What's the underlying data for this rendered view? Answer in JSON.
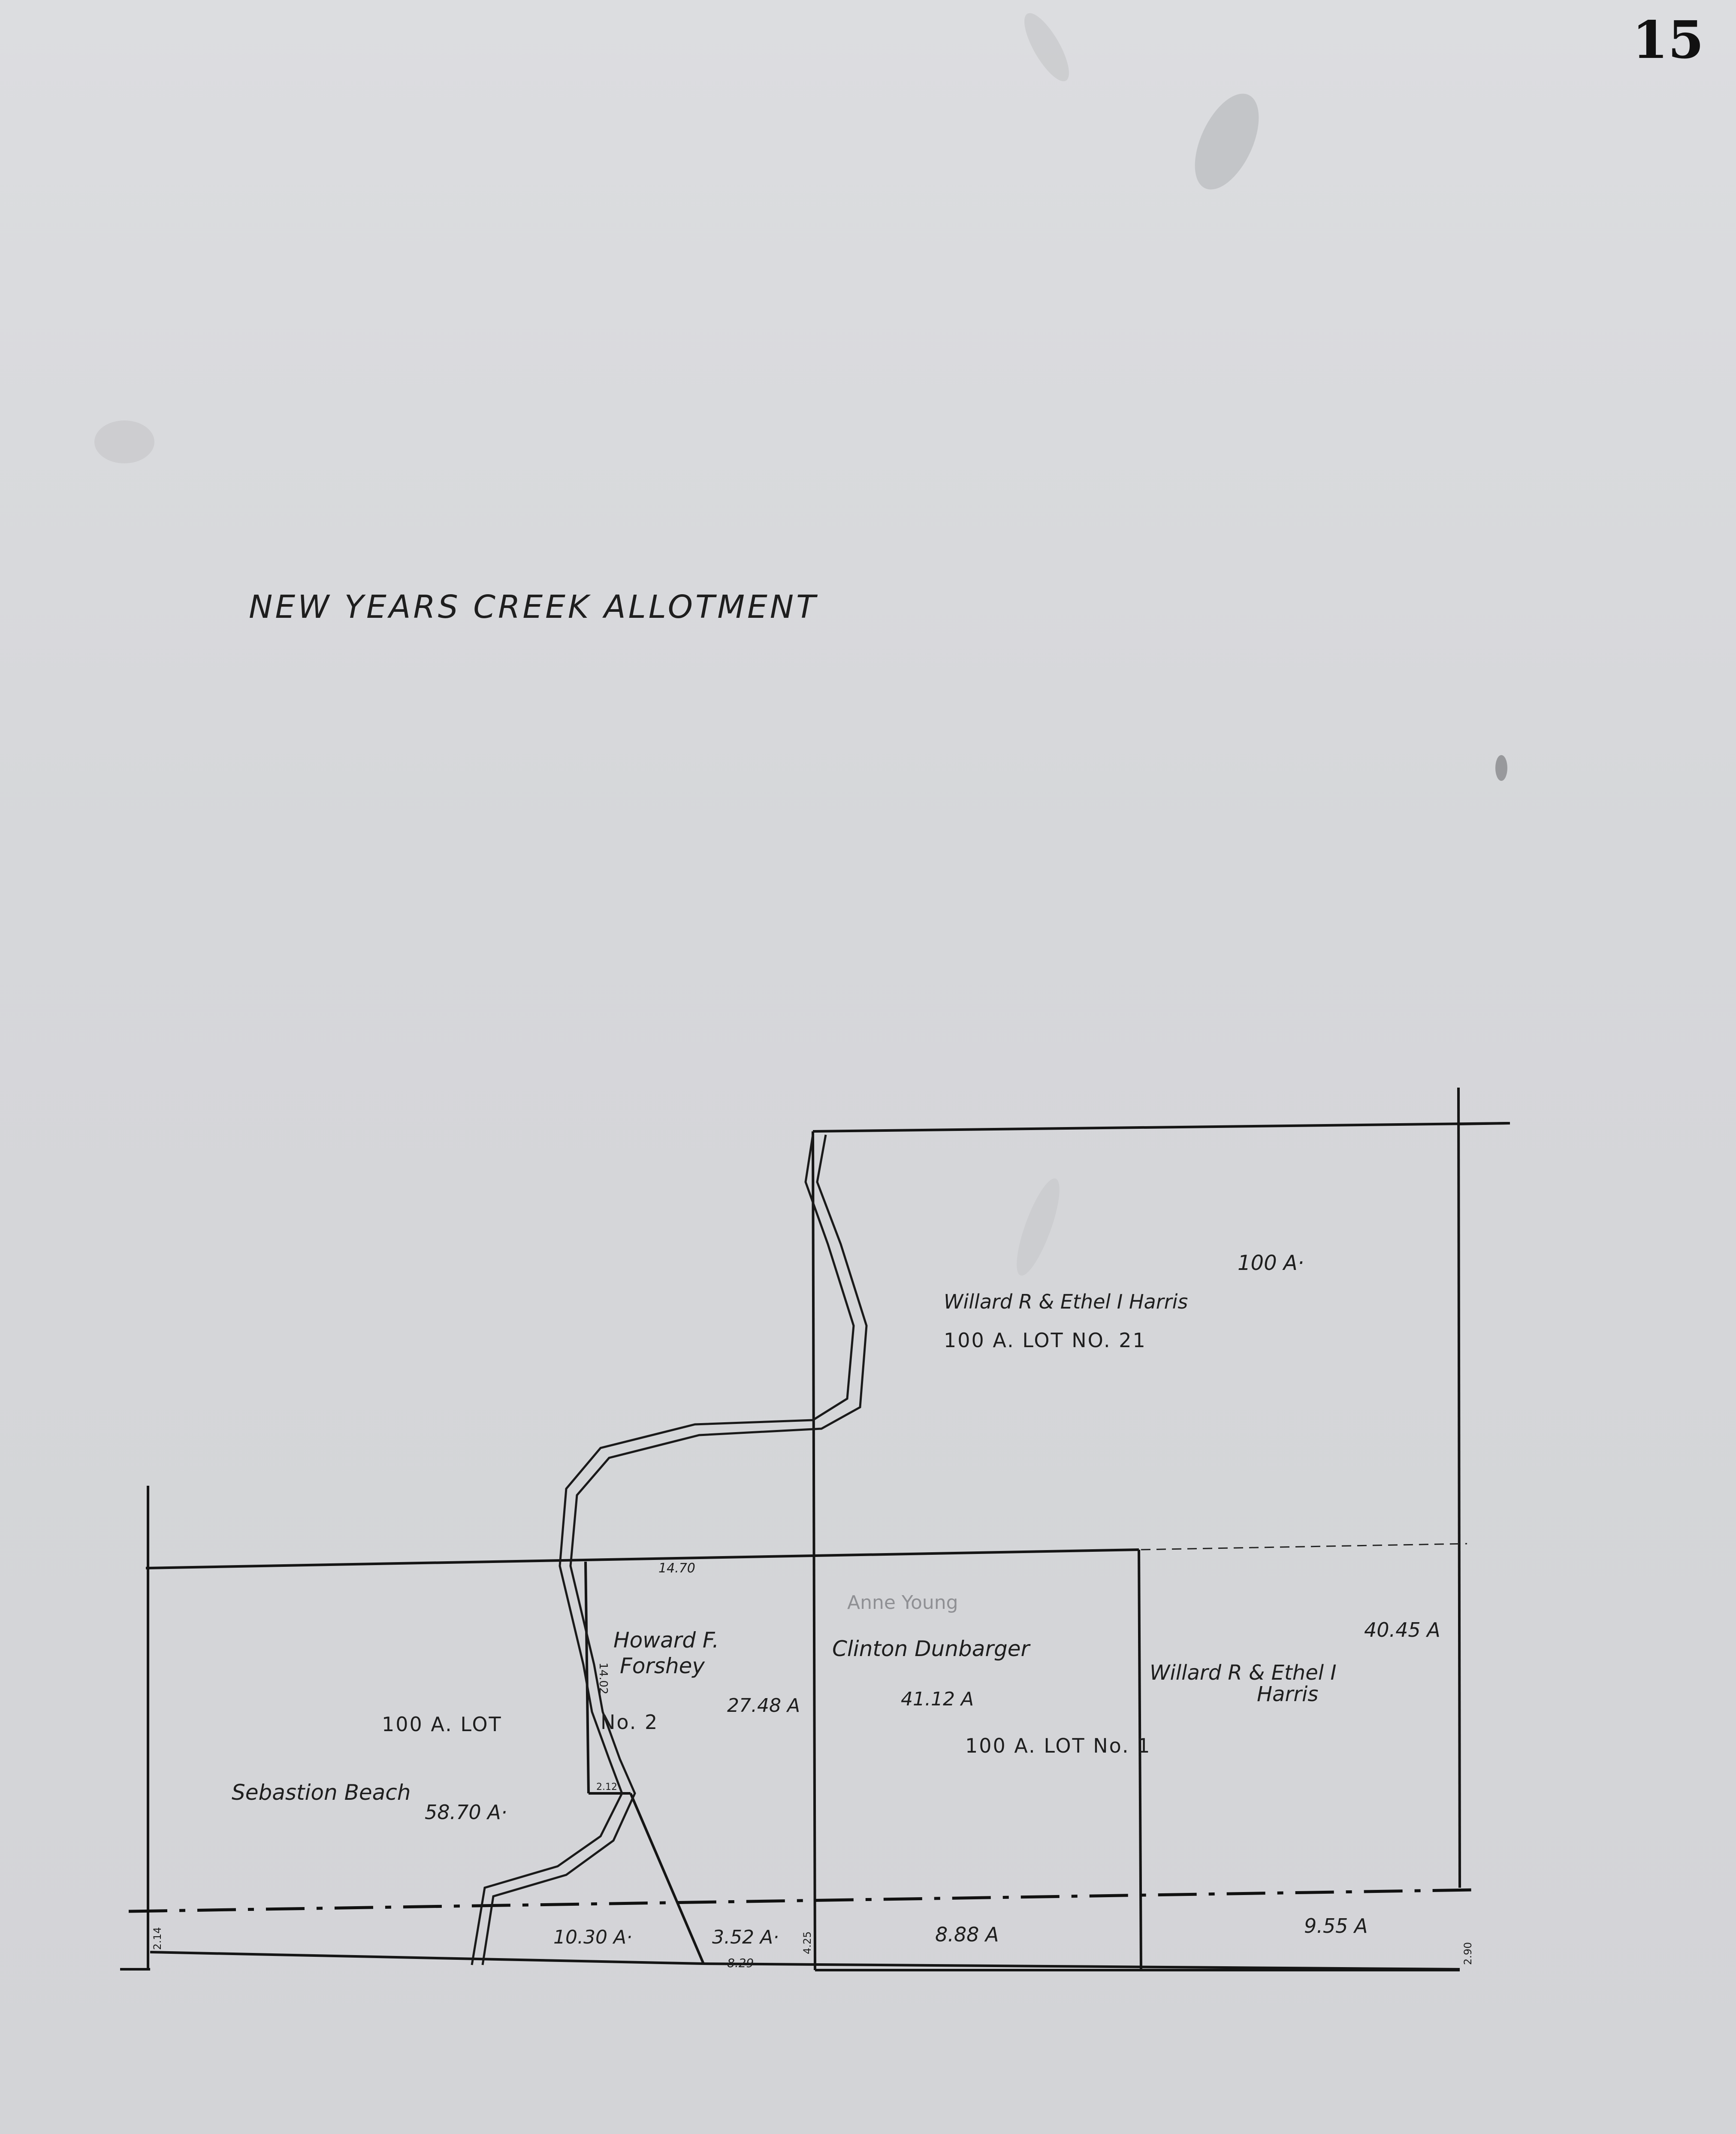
{
  "sheet_number": "15",
  "map_title": "NEW YEARS CREEK ALLOTMENT",
  "lot_21": {
    "acreage_top": "100 A·",
    "owners": "Willard R & Ethel I Harris",
    "lot_label": "100 A. LOT NO. 21"
  },
  "lot_2": {
    "lot_label_left": "100 A. LOT",
    "lot_label_right": "No. 2",
    "parcel_forshey_owner_line1": "Howard F.",
    "parcel_forshey_owner_line2": "Forshey",
    "parcel_forshey_acreage": "27.48 A",
    "parcel_beach_owner": "Sebastion Beach",
    "parcel_beach_acreage": "58.70 A·",
    "strip_acreage_a": "10.30 A·",
    "strip_acreage_b": "3.52 A·"
  },
  "lot_1": {
    "lot_label": "100 A. LOT No. 1",
    "parcel_dunbarger_owner": "Clinton Dunbarger",
    "parcel_dunbarger_acreage": "41.12 A",
    "parcel_harris_owner_line1": "Willard R & Ethel I",
    "parcel_harris_owner_line2": "Harris",
    "parcel_harris_acreage": "40.45 A",
    "strip_acreage_a": "8.88 A",
    "strip_acreage_b": "9.55 A"
  },
  "dimensions": {
    "top_lot2": "14.70",
    "vertical_left": "2.14",
    "vertical_creek": "14.02",
    "small_notch": "2.12",
    "bottom_mid": "8.29",
    "vertical_mid": "4.25",
    "vertical_right": "2.90"
  },
  "faint_erased_text": "Anne Young"
}
